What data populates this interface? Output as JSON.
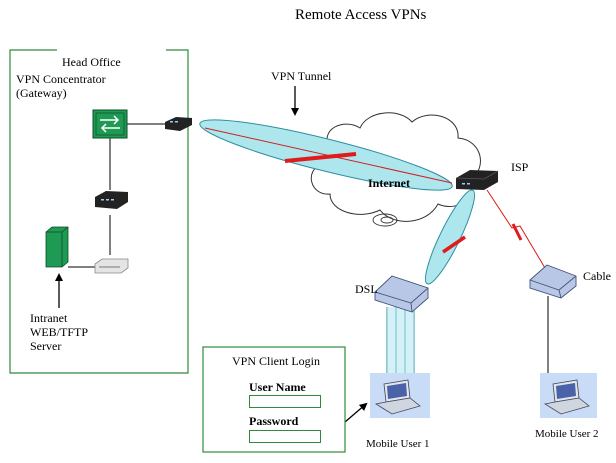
{
  "title": "Remote Access VPNs",
  "head_office": {
    "label": "Head Office",
    "concentrator_label": "VPN Concentrator\n(Gateway)",
    "server_label": "Intranet\nWEB/TFTP\nServer"
  },
  "tunnel_label": "VPN Tunnel",
  "internet_label": "Internet",
  "isp_label": "ISP",
  "dsl_label": "DSL",
  "cable_label": "Cable",
  "login_box": {
    "title": "VPN Client Login",
    "username_label": "User Name",
    "password_label": "Password"
  },
  "mobile_user_1": "Mobile User 1",
  "mobile_user_2": "Mobile User 2",
  "colors": {
    "box_border": "#2e8b3d",
    "tunnel_fill": "#aee6ee",
    "red_link": "#e01b1b",
    "device_green": "#1f9a55"
  }
}
